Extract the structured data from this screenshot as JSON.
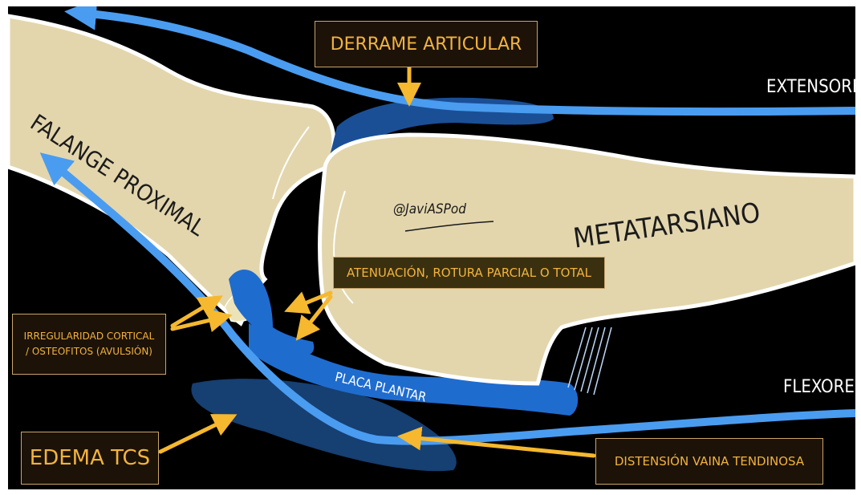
{
  "labels": {
    "falange": "Falange proximal",
    "metatarsiano": "Metatarsiano",
    "watermark": "@JaviASPod",
    "extensores": "Extensores",
    "flexores": "Flexores",
    "placa": "Placa plantar"
  },
  "callouts": {
    "derrame": "Derrame articular",
    "atenuacion": "Atenuación, rotura parcial o total",
    "irregularidad_1": "Irregularidad cortical",
    "irregularidad_2": "/ osteofitos (avulsión)",
    "edema": "Edema TCS",
    "distension": "Distensión vaina tendinosa"
  },
  "colors": {
    "background": "#000000",
    "bone": "#e3d6ad",
    "bone_outline": "#ffffff",
    "tendon": "#4a9cf0",
    "effusion": "#1a4f96",
    "plate": "#1f6ccf",
    "edema": "#163f72",
    "arrow": "#f5b82e",
    "callout_text": "#f2b33d",
    "label_text": "#ffffff"
  }
}
